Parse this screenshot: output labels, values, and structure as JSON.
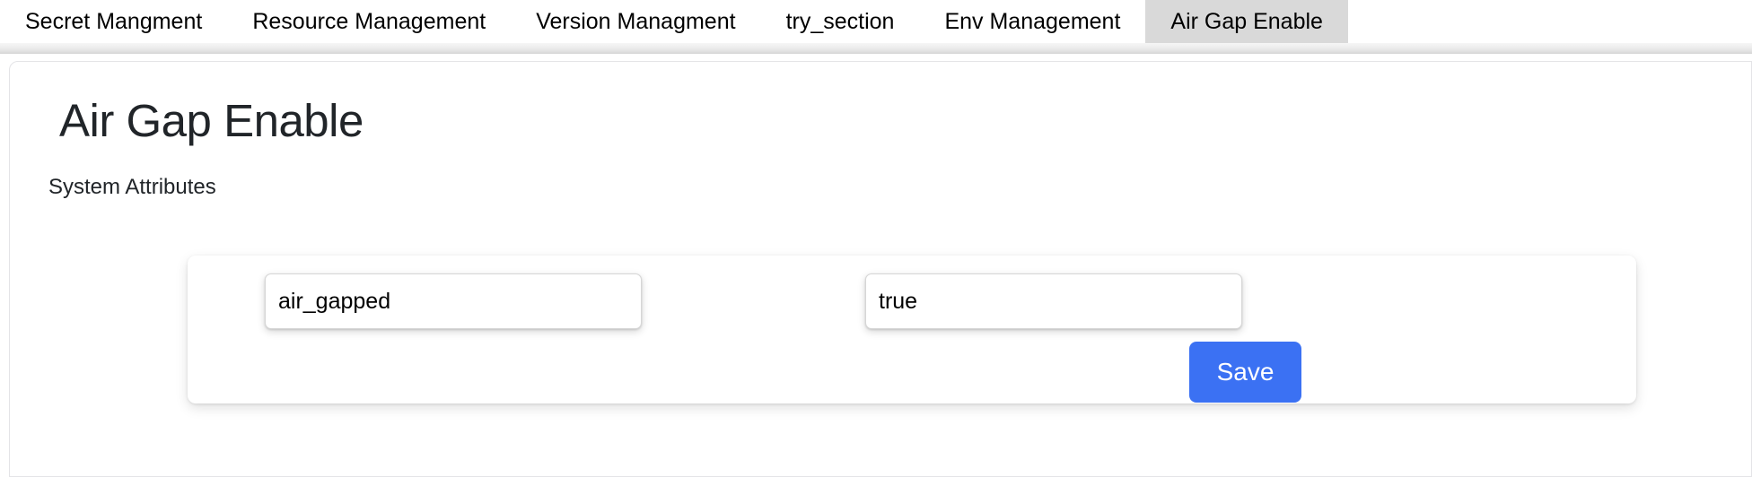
{
  "tabs": [
    {
      "label": "Secret Mangment",
      "active": false
    },
    {
      "label": "Resource Management",
      "active": false
    },
    {
      "label": "Version Managment",
      "active": false
    },
    {
      "label": "try_section",
      "active": false
    },
    {
      "label": "Env Management",
      "active": false
    },
    {
      "label": "Air Gap Enable",
      "active": true
    }
  ],
  "page": {
    "title": "Air Gap Enable",
    "section_label": "System Attributes"
  },
  "attribute": {
    "key_value": "air_gapped",
    "key_placeholder": "",
    "val_value": "true",
    "val_placeholder": ""
  },
  "actions": {
    "save_label": "Save"
  },
  "colors": {
    "accent": "#3b71f3",
    "active_tab_bg": "#d9d9d9",
    "title_text": "#212529",
    "card_bg": "#ffffff",
    "page_bg": "#ffffff"
  }
}
